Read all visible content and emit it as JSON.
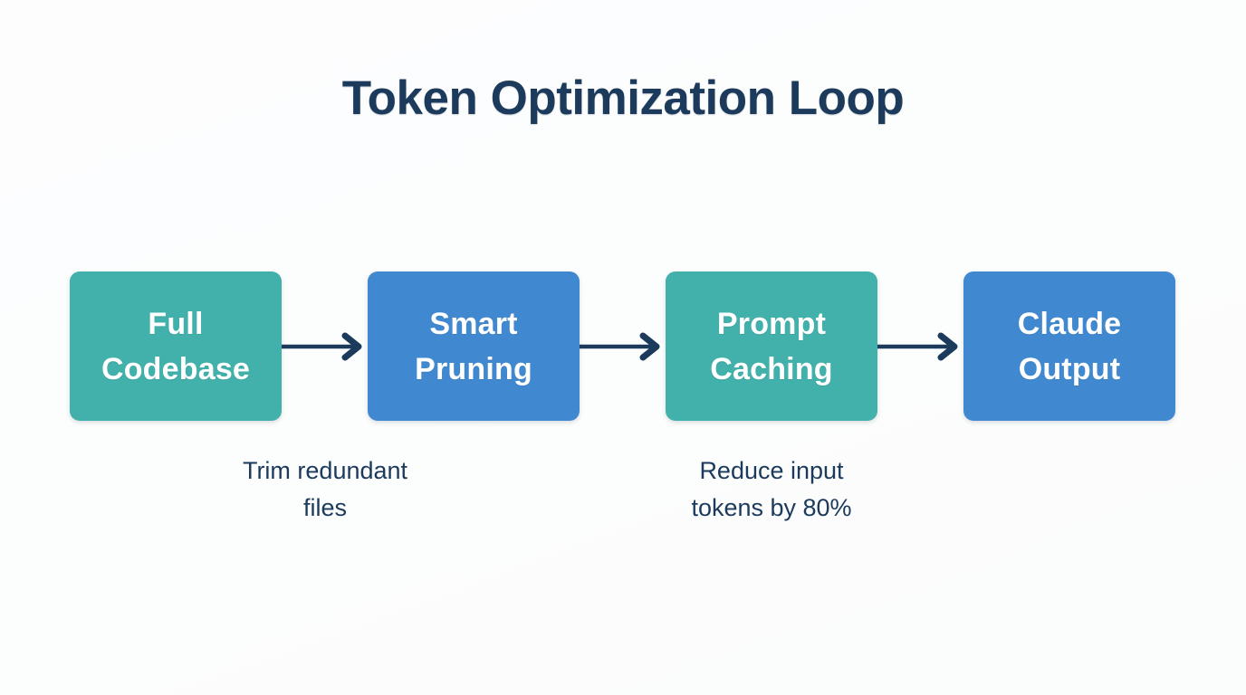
{
  "diagram": {
    "title": "Token Optimization Loop",
    "background_color": "#fdfdfe",
    "accent_teal": "#42b1ab",
    "accent_blue": "#4089d0",
    "text_navy": "#1b3a5c",
    "type": "horizontal-flow",
    "nodes": [
      {
        "id": "full-codebase",
        "label": "Full\nCodebase",
        "color": "#42b1ab",
        "order": 1
      },
      {
        "id": "smart-pruning",
        "label": "Smart\nPruning",
        "color": "#4089d0",
        "order": 2
      },
      {
        "id": "prompt-caching",
        "label": "Prompt\nCaching",
        "color": "#42b1ab",
        "order": 3
      },
      {
        "id": "claude-output",
        "label": "Claude\nOutput",
        "color": "#4089d0",
        "order": 4
      }
    ],
    "connectors": [
      {
        "id": "arrow-1",
        "from": "full-codebase",
        "to": "smart-pruning",
        "icon": "arrow-right-icon",
        "color": "#1b3a5c"
      },
      {
        "id": "arrow-2",
        "from": "smart-pruning",
        "to": "prompt-caching",
        "icon": "arrow-right-icon",
        "color": "#1b3a5c"
      },
      {
        "id": "arrow-3",
        "from": "prompt-caching",
        "to": "claude-output",
        "icon": "arrow-right-icon",
        "color": "#1b3a5c"
      }
    ],
    "captions": [
      {
        "id": "caption-pruning",
        "text": "Trim redundant\nfiles",
        "belongs_to": "smart-pruning"
      },
      {
        "id": "caption-caching",
        "text": "Reduce input\ntokens by 80%",
        "belongs_to": "prompt-caching"
      }
    ]
  }
}
